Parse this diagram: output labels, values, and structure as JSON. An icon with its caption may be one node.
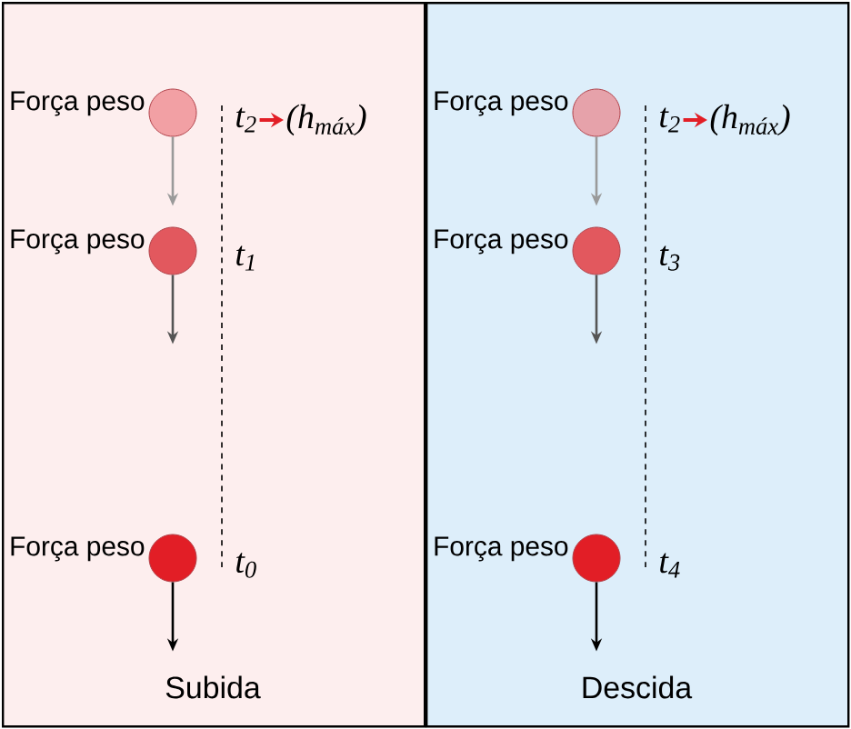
{
  "diagram": {
    "nodes": [
      {
        "text": [
          "Subida"
        ]
      },
      {
        "text": [],
        "shape": "circle",
        "in": 0,
        "beside": [
          "Força peso"
        ]
      },
      {
        "text": [
          "t$_{2}$"
        ],
        "in": 0
      },
      {
        "text": [
          "(h$_{máx}$)"
        ],
        "in": 0
      },
      {
        "text": [],
        "shape": "circle",
        "in": 0,
        "beside": [
          "Força peso"
        ]
      },
      {
        "text": [],
        "shape": "circle",
        "in": 0,
        "beside": [
          "Força peso"
        ]
      },
      {
        "text": [
          "Descida"
        ]
      },
      {
        "text": [],
        "shape": "circle",
        "in": 6,
        "beside": [
          "Força peso"
        ]
      },
      {
        "text": [
          "t$_{2}$"
        ],
        "in": 6
      },
      {
        "text": [
          "(h$_{máx}$)"
        ],
        "in": 6
      },
      {
        "text": [],
        "shape": "circle",
        "in": 6,
        "beside": [
          "Força peso"
        ]
      },
      {
        "text": [],
        "shape": "circle",
        "in": 6,
        "beside": [
          "Força peso"
        ]
      }
    ],
    "edges": [
      {
        "from": 2,
        "to": 3,
        "arrow": "to",
        "color": "#e21e26"
      },
      {
        "from": 8,
        "to": 9,
        "arrow": "to",
        "color": "#e21e26"
      }
    ],
    "labels": [
      "t$_{1}$",
      "t$_{0}$",
      "t$_{3}$",
      "t$_{4}$"
    ]
  }
}
